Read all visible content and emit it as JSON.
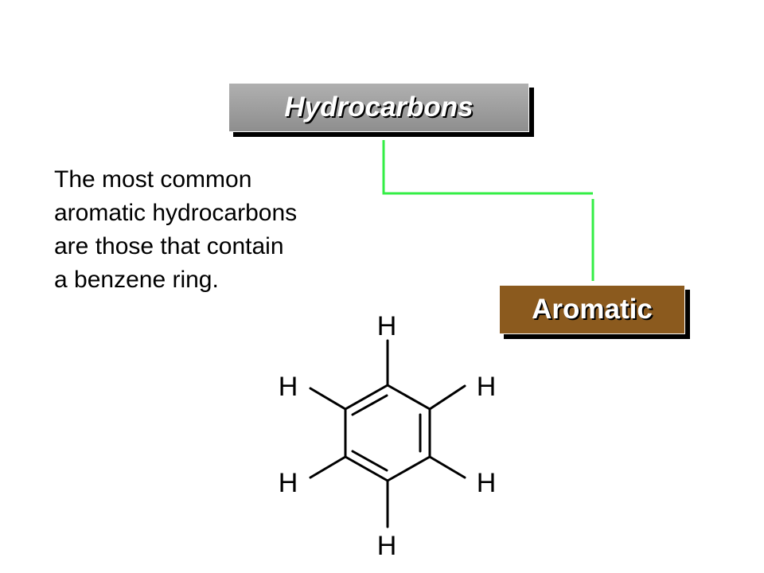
{
  "diagram": {
    "root_label": "Hydrocarbons",
    "child_label": "Aromatic",
    "description": "The most common\naromatic hydrocarbons\nare those that contain\na benzene ring.",
    "atoms": [
      "H",
      "H",
      "H",
      "H",
      "H",
      "H"
    ]
  },
  "colors": {
    "connector": "#33ee44",
    "root_box": "#9e9e9e",
    "child_box": "#8b5a1e"
  }
}
